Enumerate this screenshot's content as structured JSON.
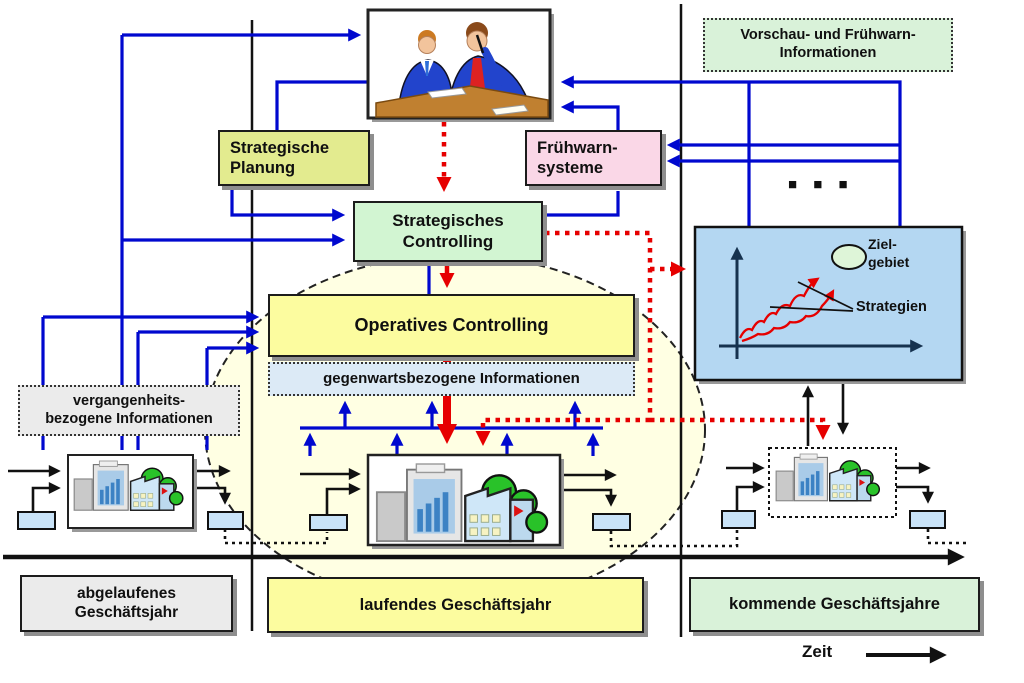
{
  "boxes": {
    "vorschau": "Vorschau- und Frühwarn-\nInformationen",
    "strategische_planung": "Strategische\nPlanung",
    "fruehwarnsysteme": "Frühwarn-\nsysteme",
    "strategisches_controlling": "Strategisches\nControlling",
    "operatives_controlling": "Operatives Controlling",
    "gegenwart_info": "gegenwartsbezogene Informationen",
    "vergangenheit_info": "vergangenheits-\nbezogene Informationen",
    "abgelaufenes": "abgelaufenes\nGeschäftsjahr",
    "laufendes": "laufendes Geschäftsjahr",
    "kommende": "kommende Geschäftsjahre"
  },
  "chart": {
    "ziel_label": "Ziel-\ngebiet",
    "strategien_label": "Strategien"
  },
  "timeline": {
    "zeit_label": "Zeit"
  },
  "misc": {
    "ellipsis": "■ ■ ■"
  },
  "colors": {
    "line_blue": "#0008cf",
    "line_red": "#e60000",
    "line_black": "#111111",
    "box_yellow": "#fcfc9f",
    "box_green": "#d2f5d2",
    "box_pink": "#fad7e7",
    "box_olive": "#e3eb8f",
    "box_gray": "#ebebeb",
    "box_lightblue": "#dceaf6",
    "chart_blue": "#b4d7f2",
    "scope_cream": "#ffffe3"
  }
}
